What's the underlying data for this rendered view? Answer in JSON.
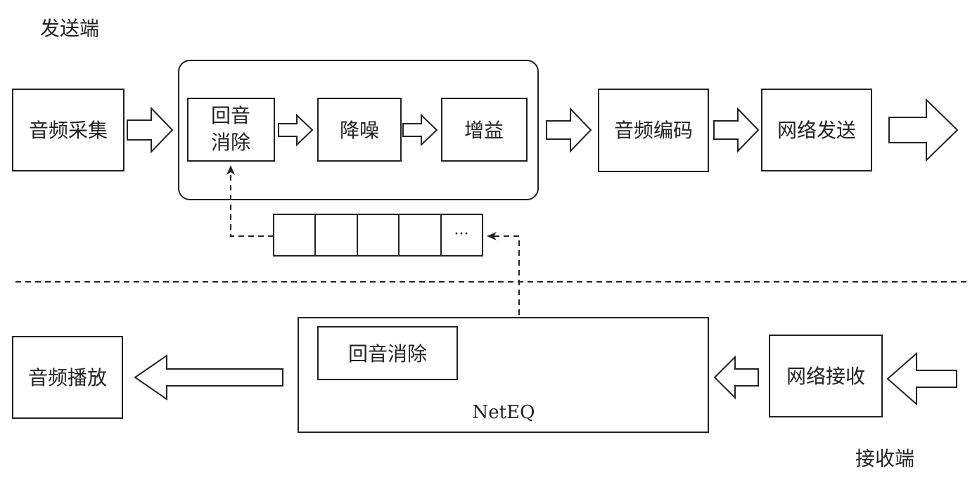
{
  "sender": {
    "region_label": "发送端",
    "capture": "音频采集",
    "aec": [
      "回音",
      "消除"
    ],
    "noise_reduction": "降噪",
    "gain": "增益",
    "encode": "音频编码",
    "net_send": "网络发送"
  },
  "buffer": {
    "last_cell": "···"
  },
  "receiver": {
    "region_label": "接收端",
    "playback": "音频播放",
    "neteq_label": "NetEQ",
    "neteq_aec": "回音消除",
    "net_receive": "网络接收"
  },
  "colors": {
    "stroke": "#222222",
    "background": "#ffffff"
  }
}
